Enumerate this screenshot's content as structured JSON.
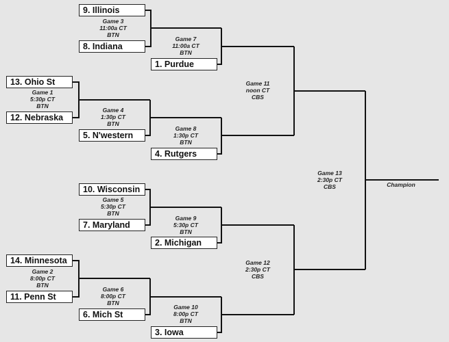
{
  "teams": {
    "t9": "9. Illinois",
    "t8": "8. Indiana",
    "t1": "1. Purdue",
    "t13": "13. Ohio St",
    "t12": "12. Nebraska",
    "t5": "5. N'western",
    "t4": "4. Rutgers",
    "t10": "10. Wisconsin",
    "t7": "7. Maryland",
    "t2": "2. Michigan",
    "t14": "14. Minnesota",
    "t11": "11. Penn St",
    "t6": "6. Mich St",
    "t3": "3. Iowa"
  },
  "games": {
    "g1": {
      "name": "Game 1",
      "time": "5:30p CT",
      "network": "BTN"
    },
    "g2": {
      "name": "Game 2",
      "time": "8:00p CT",
      "network": "BTN"
    },
    "g3": {
      "name": "Game 3",
      "time": "11:00a CT",
      "network": "BTN"
    },
    "g4": {
      "name": "Game 4",
      "time": "1:30p CT",
      "network": "BTN"
    },
    "g5": {
      "name": "Game 5",
      "time": "5:30p CT",
      "network": "BTN"
    },
    "g6": {
      "name": "Game 6",
      "time": "8:00p CT",
      "network": "BTN"
    },
    "g7": {
      "name": "Game 7",
      "time": "11:00a CT",
      "network": "BTN"
    },
    "g8": {
      "name": "Game 8",
      "time": "1:30p CT",
      "network": "BTN"
    },
    "g9": {
      "name": "Game 9",
      "time": "5:30p CT",
      "network": "BTN"
    },
    "g10": {
      "name": "Game 10",
      "time": "8:00p CT",
      "network": "BTN"
    },
    "g11": {
      "name": "Game 11",
      "time": "noon CT",
      "network": "CBS"
    },
    "g12": {
      "name": "Game 12",
      "time": "2:30p CT",
      "network": "CBS"
    },
    "g13": {
      "name": "Game 13",
      "time": "2:30p CT",
      "network": "CBS"
    }
  },
  "champion_label": "Champion",
  "colors": {
    "background": "#e6e6e6",
    "line": "#111111",
    "box": "#ffffff"
  }
}
